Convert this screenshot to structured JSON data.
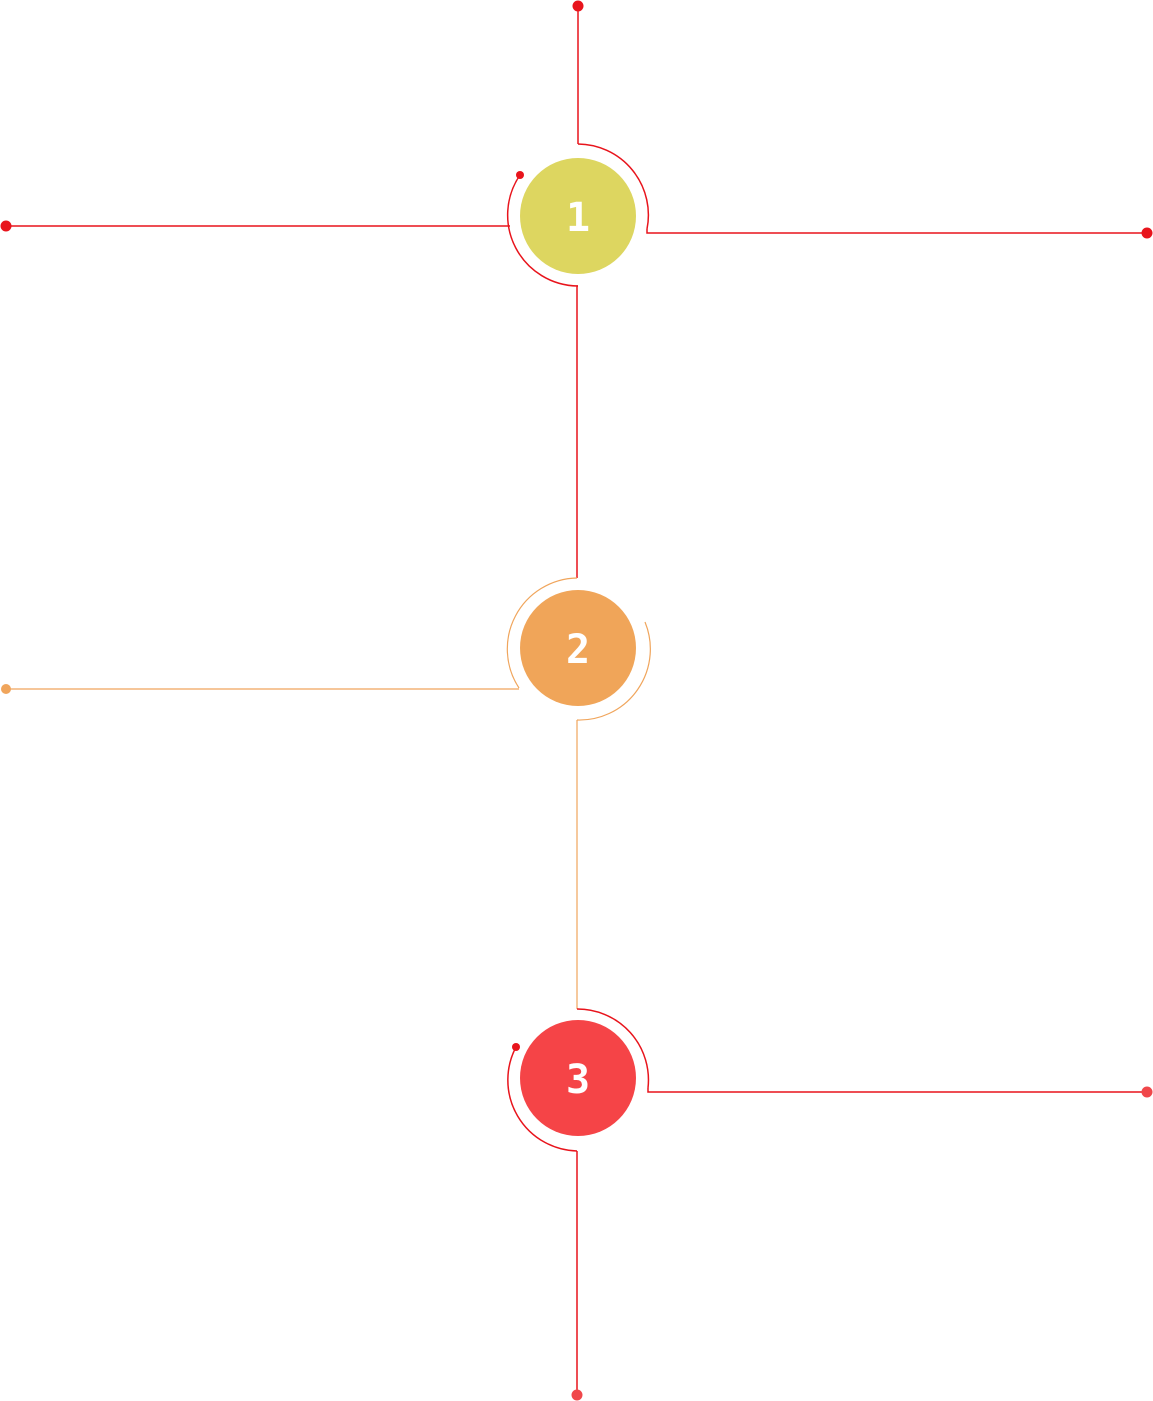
{
  "colors": {
    "red_line": "#e8141c",
    "orange_line": "#f0a55c",
    "step1_fill": "#ddd660",
    "step2_fill": "#f0a559",
    "step3_fill": "#f54447",
    "dot_red": "#e8141c",
    "dot_coral": "#f0474a",
    "dot_orange": "#f0a55c"
  },
  "steps": [
    {
      "number": "1",
      "fill": "#ddd660",
      "line_color": "#e8141c"
    },
    {
      "number": "2",
      "fill": "#f0a559",
      "line_color": "#f0a55c"
    },
    {
      "number": "3",
      "fill": "#f54447",
      "line_color": "#e8141c"
    }
  ]
}
